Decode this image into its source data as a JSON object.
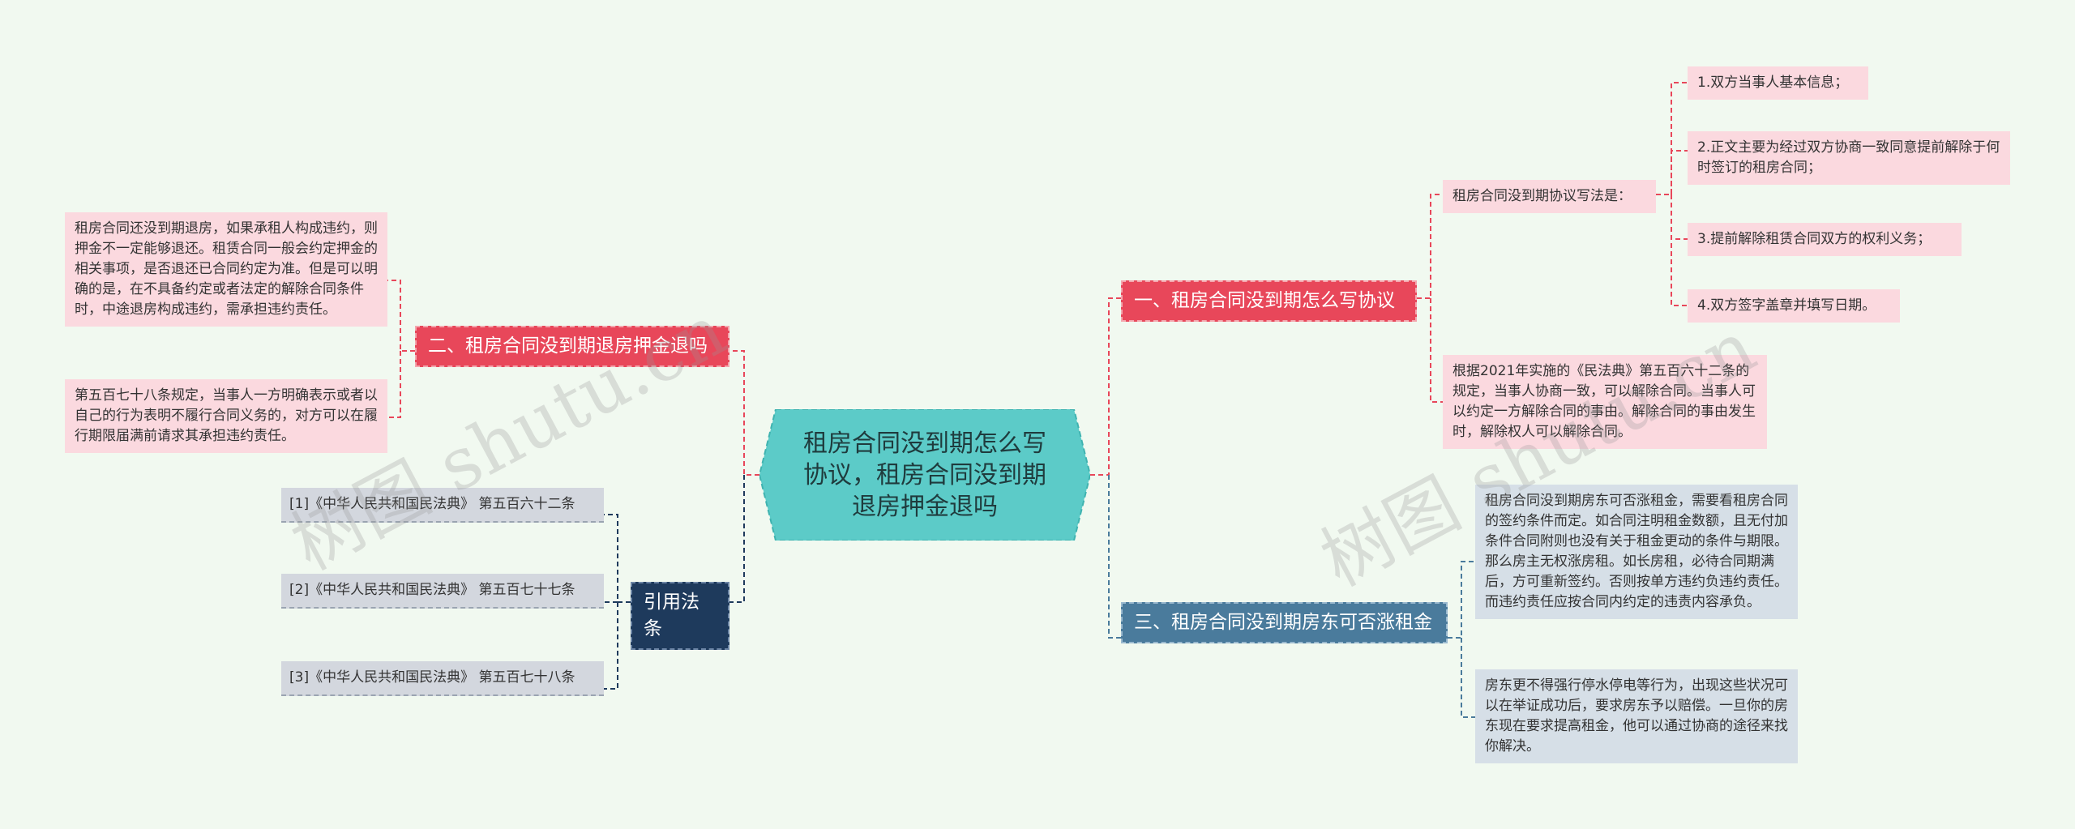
{
  "center": {
    "title": "租房合同没到期怎么写协议，租房合同没到期退房押金退吗"
  },
  "branches": {
    "b1": {
      "label": "一、租房合同没到期怎么写协议",
      "sub_label": "租房合同没到期协议写法是：",
      "items": [
        "1.双方当事人基本信息；",
        "2.正文主要为经过双方协商一致同意提前解除于何时签订的租房合同；",
        "3.提前解除租赁合同双方的权利义务；",
        "4.双方签字盖章并填写日期。"
      ],
      "note": "根据2021年实施的《民法典》第五百六十二条的规定，当事人协商一致，可以解除合同。当事人可以约定一方解除合同的事由。解除合同的事由发生时，解除权人可以解除合同。"
    },
    "b2": {
      "label": "二、租房合同没到期退房押金退吗",
      "items": [
        "租房合同还没到期退房，如果承租人构成违约，则押金不一定能够退还。租赁合同一般会约定押金的相关事项，是否退还已合同约定为准。但是可以明确的是，在不具备约定或者法定的解除合同条件时，中途退房构成违约，需承担违约责任。",
        "第五百七十八条规定，当事人一方明确表示或者以自己的行为表明不履行合同义务的，对方可以在履行期限届满前请求其承担违约责任。"
      ]
    },
    "b3": {
      "label": "三、租房合同没到期房东可否涨租金",
      "items": [
        "租房合同没到期房东可否涨租金，需要看租房合同的签约条件而定。如合同注明租金数额，且无付加条件合同附则也没有关于租金更动的条件与期限。那么房主无权涨房租。如长房租，必待合同期满后，方可重新签约。否则按单方违约负违约责任。而违约责任应按合同内约定的违责内容承负。",
        "房东更不得强行停水停电等行为，出现这些状况可以在举证成功后，要求房东予以赔偿。一旦你的房东现在要求提高租金，他可以通过协商的途径来找你解决。"
      ]
    },
    "b4": {
      "label": "引用法条",
      "items": [
        "[1]《中华人民共和国民法典》 第五百六十二条",
        "[2]《中华人民共和国民法典》 第五百七十七条",
        "[3]《中华人民共和国民法典》 第五百七十八条"
      ]
    }
  },
  "watermarks": [
    "树图 shutu.cn",
    "树图 shutu.cn"
  ],
  "colors": {
    "background": "#f1f9f0",
    "center": "#5ccbc8",
    "red": "#e8475a",
    "blue": "#4a7b9c",
    "navy": "#1e3a5c",
    "pink": "#fbd9df"
  }
}
